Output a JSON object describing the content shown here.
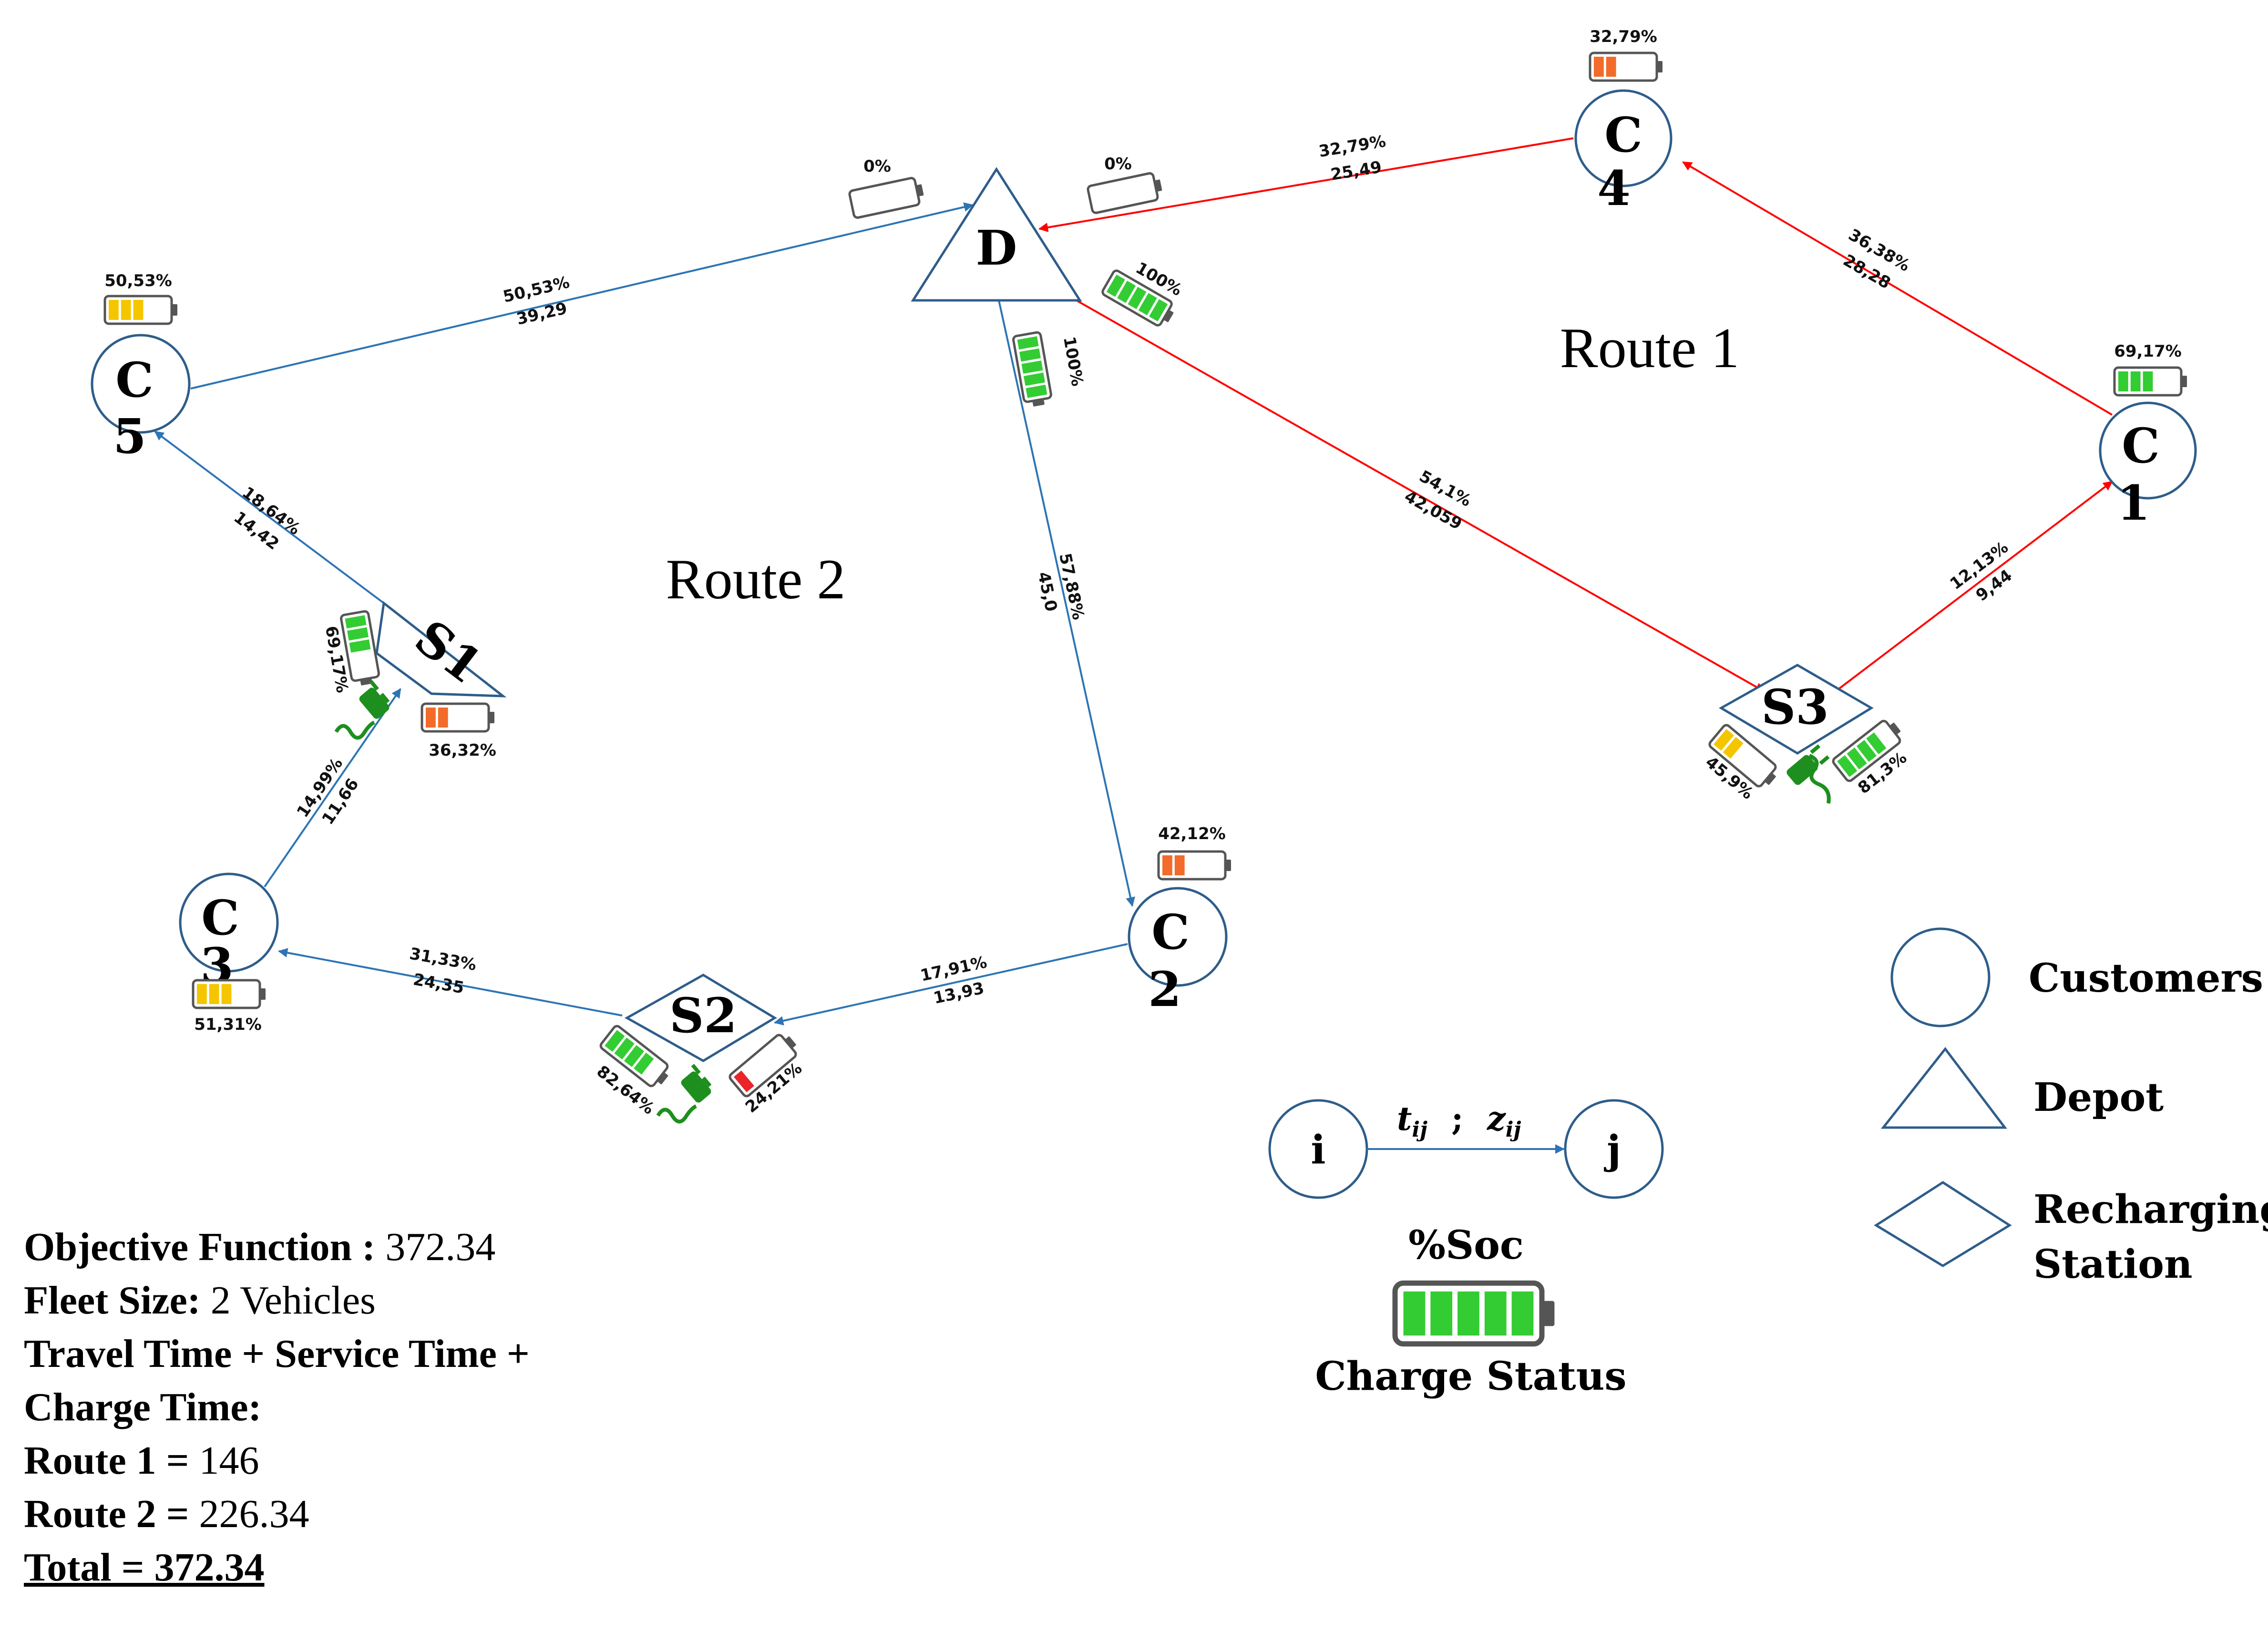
{
  "nodes": {
    "D": {
      "label": "D"
    },
    "C1": {
      "letter": "C",
      "number": "1"
    },
    "C2": {
      "letter": "C",
      "number": "2"
    },
    "C3": {
      "letter": "C",
      "number": "3"
    },
    "C4": {
      "letter": "C",
      "number": "4"
    },
    "C5": {
      "letter": "C",
      "number": "5"
    },
    "S1": {
      "label": "S1"
    },
    "S2": {
      "label": "S2"
    },
    "S3": {
      "label": "S3"
    }
  },
  "routes": {
    "route1": {
      "label": "Route 1",
      "color": "#ff0000"
    },
    "route2": {
      "label": "Route 2",
      "color": "#2e74b5"
    }
  },
  "edges": {
    "c4_d": {
      "time": "32,79%",
      "dist": "25,49"
    },
    "c1_c4": {
      "time": "36,38%",
      "dist": "28,28"
    },
    "d_s3": {
      "time": "54,1%",
      "dist": "42,059"
    },
    "s3_c1": {
      "time": "12,13%",
      "dist": "9,44"
    },
    "c5_d": {
      "time": "50,53%",
      "dist": "39,29"
    },
    "d_c2": {
      "time": "57,88%",
      "dist": "45,0"
    },
    "c2_s2": {
      "time": "17,91%",
      "dist": "13,93"
    },
    "s2_c3": {
      "time": "31,33%",
      "dist": "24,35"
    },
    "c3_s1": {
      "time": "14,99%",
      "dist": "11,66"
    },
    "s1_c5": {
      "time": "18,64%",
      "dist": "14,42"
    }
  },
  "batteries": {
    "b_c4": {
      "pct": "32,79%",
      "level": 0.33,
      "color": "#f26b2a"
    },
    "b_d_in": {
      "pct": "0%",
      "level": 0,
      "color": "#999999"
    },
    "b_d_in2": {
      "pct": "0%",
      "level": 0,
      "color": "#999999"
    },
    "b_d_out1": {
      "pct": "100%",
      "level": 1,
      "color": "#33cc33"
    },
    "b_d_out2": {
      "pct": "100%",
      "level": 1,
      "color": "#33cc33"
    },
    "b_c5": {
      "pct": "50,53%",
      "level": 0.5,
      "color": "#f5c600"
    },
    "b_c1": {
      "pct": "69,17%",
      "level": 0.69,
      "color": "#33cc33"
    },
    "b_c2": {
      "pct": "42,12%",
      "level": 0.42,
      "color": "#f26b2a"
    },
    "b_c3": {
      "pct": "51,31%",
      "level": 0.51,
      "color": "#f5c600"
    },
    "b_s1_in": {
      "pct": "36,32%",
      "level": 0.36,
      "color": "#f26b2a"
    },
    "b_s1_out": {
      "pct": "69,17%",
      "level": 0.69,
      "color": "#33cc33"
    },
    "b_s2_in": {
      "pct": "24,21%",
      "level": 0.24,
      "color": "#e8262a"
    },
    "b_s2_out": {
      "pct": "82,64%",
      "level": 0.83,
      "color": "#33cc33"
    },
    "b_s3_in": {
      "pct": "45,9%",
      "level": 0.46,
      "color": "#f5c600"
    },
    "b_s3_out": {
      "pct": "81,3%",
      "level": 0.81,
      "color": "#33cc33"
    }
  },
  "legend": {
    "customers": "Customers",
    "depot": "Depot",
    "recharging_line1": "Recharging",
    "recharging_line2": "Station",
    "example_i": "i",
    "example_j": "j",
    "example_tij": "t",
    "example_tij_sub": "ij",
    "example_sep": ";",
    "example_zij": "z",
    "example_zij_sub": "ij",
    "soc_label": "%Soc",
    "charge_status": "Charge Status",
    "soc_level": 1,
    "soc_color": "#33cc33"
  },
  "summary": {
    "objective_label": "Objective Function :",
    "objective_value": " 372.34",
    "fleet_label": "Fleet Size:",
    "fleet_value": " 2 Vehicles",
    "time_line1": "Travel Time + Service Time +",
    "time_line2": "Charge Time:",
    "route1_label": "Route 1 =",
    "route1_value": " 146",
    "route2_label": "Route 2 =",
    "route2_value": " 226.34",
    "total": "Total = 372.34"
  },
  "colors": {
    "node_stroke": "#2e5d8a",
    "plug_green": "#1e8f1e"
  }
}
